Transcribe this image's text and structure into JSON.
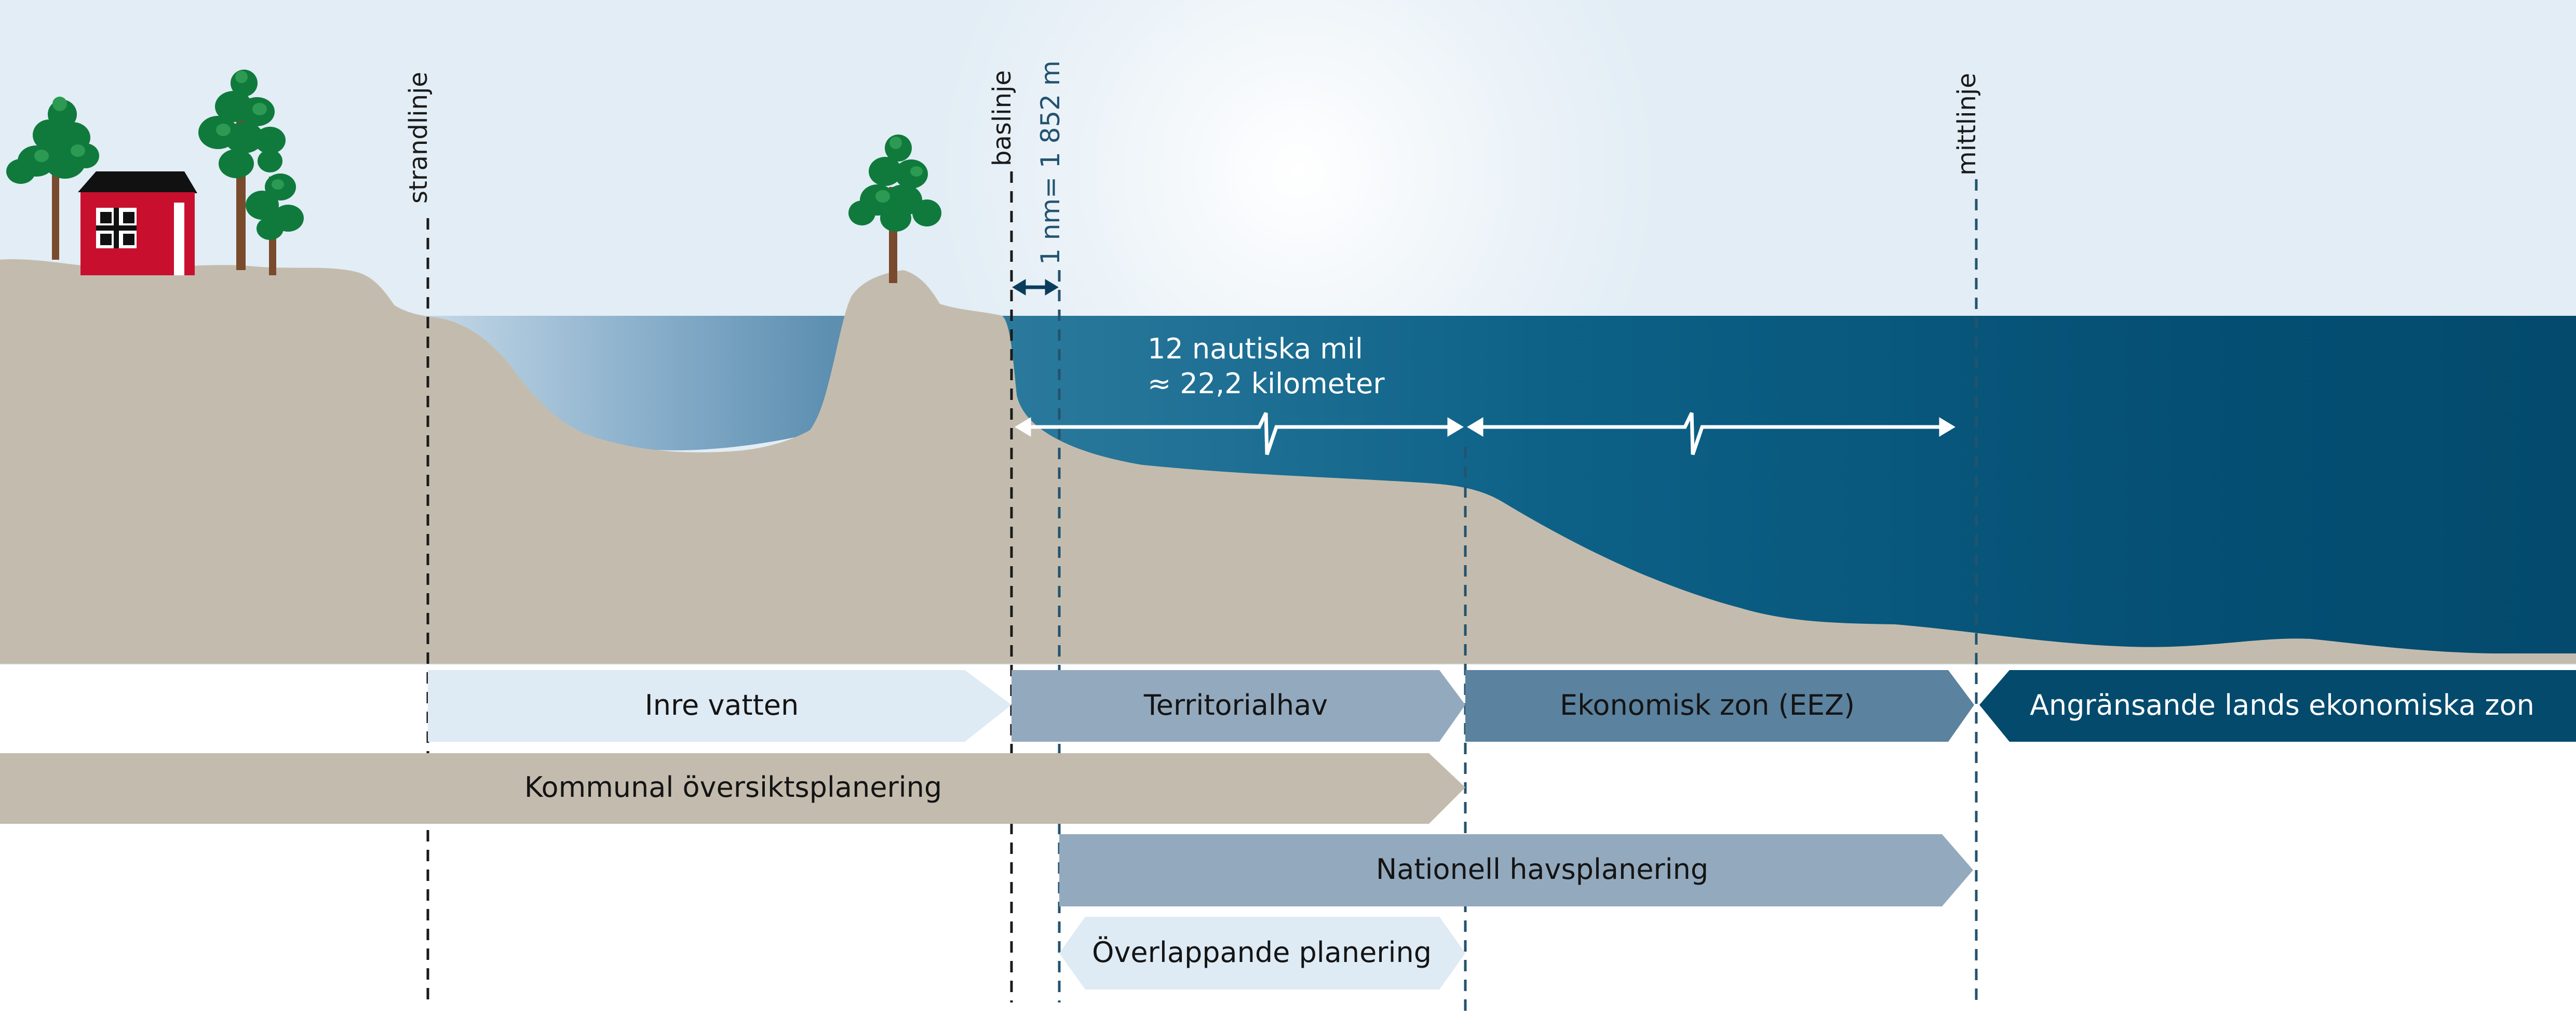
{
  "lines": {
    "strandlinje": "strandlinje",
    "baslinje": "baslinje",
    "nautical_mile": "1 nm= 1 852 m",
    "mittlinje": "mittlinje"
  },
  "sea_distance": {
    "line1": "12 nautiska mil",
    "line2": "≈ 22,2 kilometer"
  },
  "zones": {
    "inre_vatten": "Inre vatten",
    "territorialhav": "Territorialhav",
    "ekonomisk_zon": "Ekonomisk zon (EEZ)",
    "angransande": "Angränsande lands ekonomiska zon"
  },
  "planning": {
    "kommunal": "Kommunal översiktsplanering",
    "nationell": "Nationell havsplanering",
    "overlappande": "Överlappande planering"
  },
  "colors": {
    "sky": "#e2edf5",
    "land": "#c3bcae",
    "sea_dark": "#034a6d",
    "inner_water": "#8bb0cc",
    "house": "#c8102e",
    "tree_foliage": "#0f7a3c",
    "band_inre": "#deeaf4",
    "band_territorial": "#93a9be",
    "band_eez": "#5b829f",
    "band_angransande": "#034a6d"
  }
}
